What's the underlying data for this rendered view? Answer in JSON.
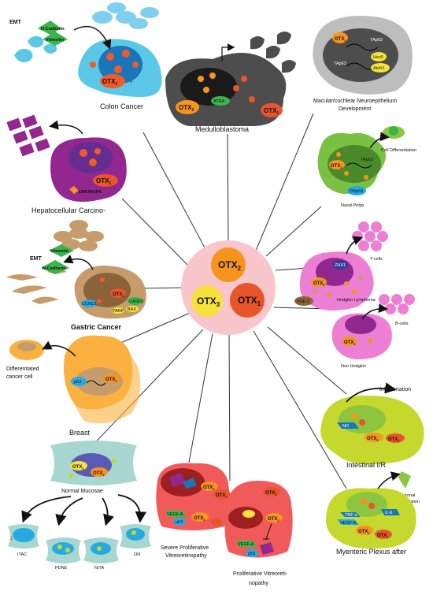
{
  "center": {
    "otx2": "OTX",
    "otx2_sub": "2",
    "otx3": "OTX",
    "otx3_sub": "3",
    "otx1": "OTX",
    "otx1_sub": "1"
  },
  "panels": {
    "colon": {
      "title": "Colon Cancer",
      "emt": "EMT",
      "ncadherin": "N-Cadherin",
      "vimentin": "Vimentin",
      "otx": "OTX",
      "otx_sub": "1"
    },
    "medullo": {
      "title": "Medulloblastoma",
      "otx2": "OTX",
      "otx2_sub": "2",
      "atra": "ATRA",
      "otx1": "OTX",
      "otx1_sub": "1"
    },
    "macular": {
      "title_line1": "Macular/cochlear Neuroepithelium",
      "title_line2": "Development",
      "otx": "OTX",
      "otx_sub": "2",
      "tap63a": "TAp63",
      "tap63b": "TAp63",
      "hes5": "Hes5",
      "atoh1": "Atoh1"
    },
    "nasal": {
      "title": "Nasal Polyp",
      "cell_diff": "Cell Differentiation",
      "otx": "OTX",
      "otx_sub": "2",
      "tap63": "TAp63",
      "dnp63": "DNp63"
    },
    "hepato": {
      "title": "Hepatocellular Carcino-",
      "otx": "OTX",
      "otx_sub": "1",
      "erk": "ERK/MAPK"
    },
    "hodgkin": {
      "title": "Hodgkin Lymphoma",
      "tcells": "T-cells",
      "zhx1": "ZHX1",
      "otx": "OTX",
      "otx_sub": "2",
      "fgf": "FGF-2"
    },
    "nonhodgkin": {
      "title": "Non Hodgkin",
      "bcells": "B-cells",
      "otx": "OTX",
      "otx_sub": "2"
    },
    "gastric": {
      "title": "Gastric Cancer",
      "emt": "EMT",
      "vimentin": "Vimentin",
      "ncadherin": "N-Cadherin",
      "otx": "OTX",
      "otx_sub": "2",
      "ccnd1": "CCND1",
      "casp3": "CASP3",
      "bax": "BAX",
      "parp": "PARP"
    },
    "breast": {
      "title": "Breast",
      "diff_line1": "Differentiated",
      "diff_line2": "cancer cell",
      "p53": "p53",
      "otx": "OTX",
      "otx_sub": "2"
    },
    "intestinal": {
      "title": "Intestinal I/R",
      "inflammation": "Inflammation",
      "no": "NO",
      "otx2": "OTX",
      "otx2_sub": "2",
      "otx1": "OTX",
      "otx1_sub": "1"
    },
    "myenteric": {
      "title": "Myenteric Plexus after",
      "neuro_line1": "Neuronal",
      "neuro_line2": "Degeneration",
      "il6": "IL-6",
      "tnf": "TNF-α",
      "vegf": "VEGF-A",
      "otx2": "OTX",
      "otx2_sub": "2",
      "otx1": "OTX",
      "otx1_sub": "1"
    },
    "mucosae": {
      "title": "Normal Mucosae",
      "otx1": "OTX",
      "otx1_sub": "1",
      "otx2": "OTX",
      "otx2_sub": "2",
      "itac": "ITAC",
      "pdne": "PDNE",
      "nita": "NITA",
      "on": "ON"
    },
    "severe": {
      "title_line1": "Severe Proliferative",
      "title_line2": "Vitreoretinopathy",
      "vegf": "VEGF-A",
      "p53": "p53",
      "otx2": "OTX",
      "otx2_sub": "2",
      "otx1": "OTX",
      "otx1_sub": "1",
      "otx_b": "OTX",
      "otx_b_sub": "2"
    },
    "prolif": {
      "title_line1": "Proliferative Vitreoreti-",
      "title_line2": "nopathy",
      "vegf": "VEGF-A",
      "p53": "p53",
      "otx1": "OTX",
      "otx1_sub": "1",
      "otx2": "OTX",
      "otx2_sub": "2"
    }
  },
  "colors": {
    "center_bg": "#f9c6cc",
    "otx2": "#f7941d",
    "otx3": "#f7e23b",
    "otx1": "#e9552a",
    "colon_cell": "#5bc8e8",
    "medullo_cell": "#4d4d4d",
    "macular_cell": "#bdbdbd",
    "nasal_cell": "#7ac143",
    "hepato_cell": "#92278f",
    "hodgkin_cell": "#ec7fd3",
    "gastric_cell": "#c69c6d",
    "breast_cell": "#fbb040",
    "intestinal_cell": "#c4d82e",
    "mucosae_cell": "#a7d7d0",
    "retina_cell": "#f15a5a"
  }
}
